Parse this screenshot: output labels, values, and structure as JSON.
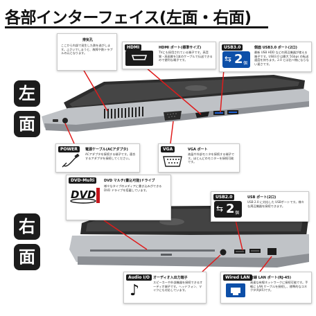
{
  "title": "各部インターフェイス(左面・右面)",
  "left_side": {
    "badge_top": "左",
    "badge_bottom": "面",
    "callouts": {
      "vent": {
        "title": "排気孔",
        "desc": "ここから内部で発生した熱を逃がします。ふさいでしまうと、故障や熱トラブルの元となります。"
      },
      "hdmi": {
        "head": "HDMI",
        "title": "HDMI ポート(標準サイズ)",
        "desc": "TVにも採用されている端子です。高音質・高画質を1本のケーブルで伝送できるので便利な端子です。"
      },
      "usb3": {
        "head": "USB3.0",
        "icon_text": "2",
        "icon_unit": "個",
        "title": "側面 USB3.0 ポート(2口)",
        "desc": "最新 USB HDD などの周辺機器が使える端子です。USB3.0 は最大 5Gbps の転送速度を持ちます。2.0 とは比べ物にならない速さです。"
      },
      "power": {
        "head": "POWER",
        "title": "電源ケーブル(ACアダプタ)",
        "desc": "ACアダプタを接続する端子です。適合するアダプタを接続してください。"
      },
      "vga": {
        "head": "VGA",
        "title": "VGA ポート",
        "desc": "液晶や外部モニタを接続する端子です。ほとんどのモニターを接続可能です。"
      }
    }
  },
  "right_side": {
    "badge_top": "右",
    "badge_bottom": "面",
    "callouts": {
      "dvd": {
        "head": "DVD-Multi",
        "title": "DVD マルチ(書込可能)ドライブ",
        "desc": "様々なタイプのメディアに書き込みができる DVD ドライブを搭載しています。"
      },
      "usb2": {
        "head": "USB2.0",
        "icon_text": "2",
        "icon_unit": "個",
        "title": "USB ポート(2口)",
        "desc": "USB 2.0 に対応した USBポートです。様々な周辺機器を接続できます。"
      },
      "audio": {
        "head": "Audio I/O",
        "title": "オーディオ入出力端子",
        "desc": "スピーカーや外部機器を接続できるオーディオ端子です。ヘッドフォン、マイクにも対応しています。"
      },
      "lan": {
        "head": "Wired LAN",
        "title": "有線 LAN ポート(RJ-45)",
        "desc": "高速な有線ネットワークに接続可能です。手軽に LAN ケーブルを接続し、標準的なコネクタ(RJ45)です。"
      }
    }
  },
  "colors": {
    "accent": "#0d4fa8",
    "leader": "#e01b1b",
    "laptop_body": "#3a3a3a",
    "laptop_silver": "#b9bcc0"
  }
}
